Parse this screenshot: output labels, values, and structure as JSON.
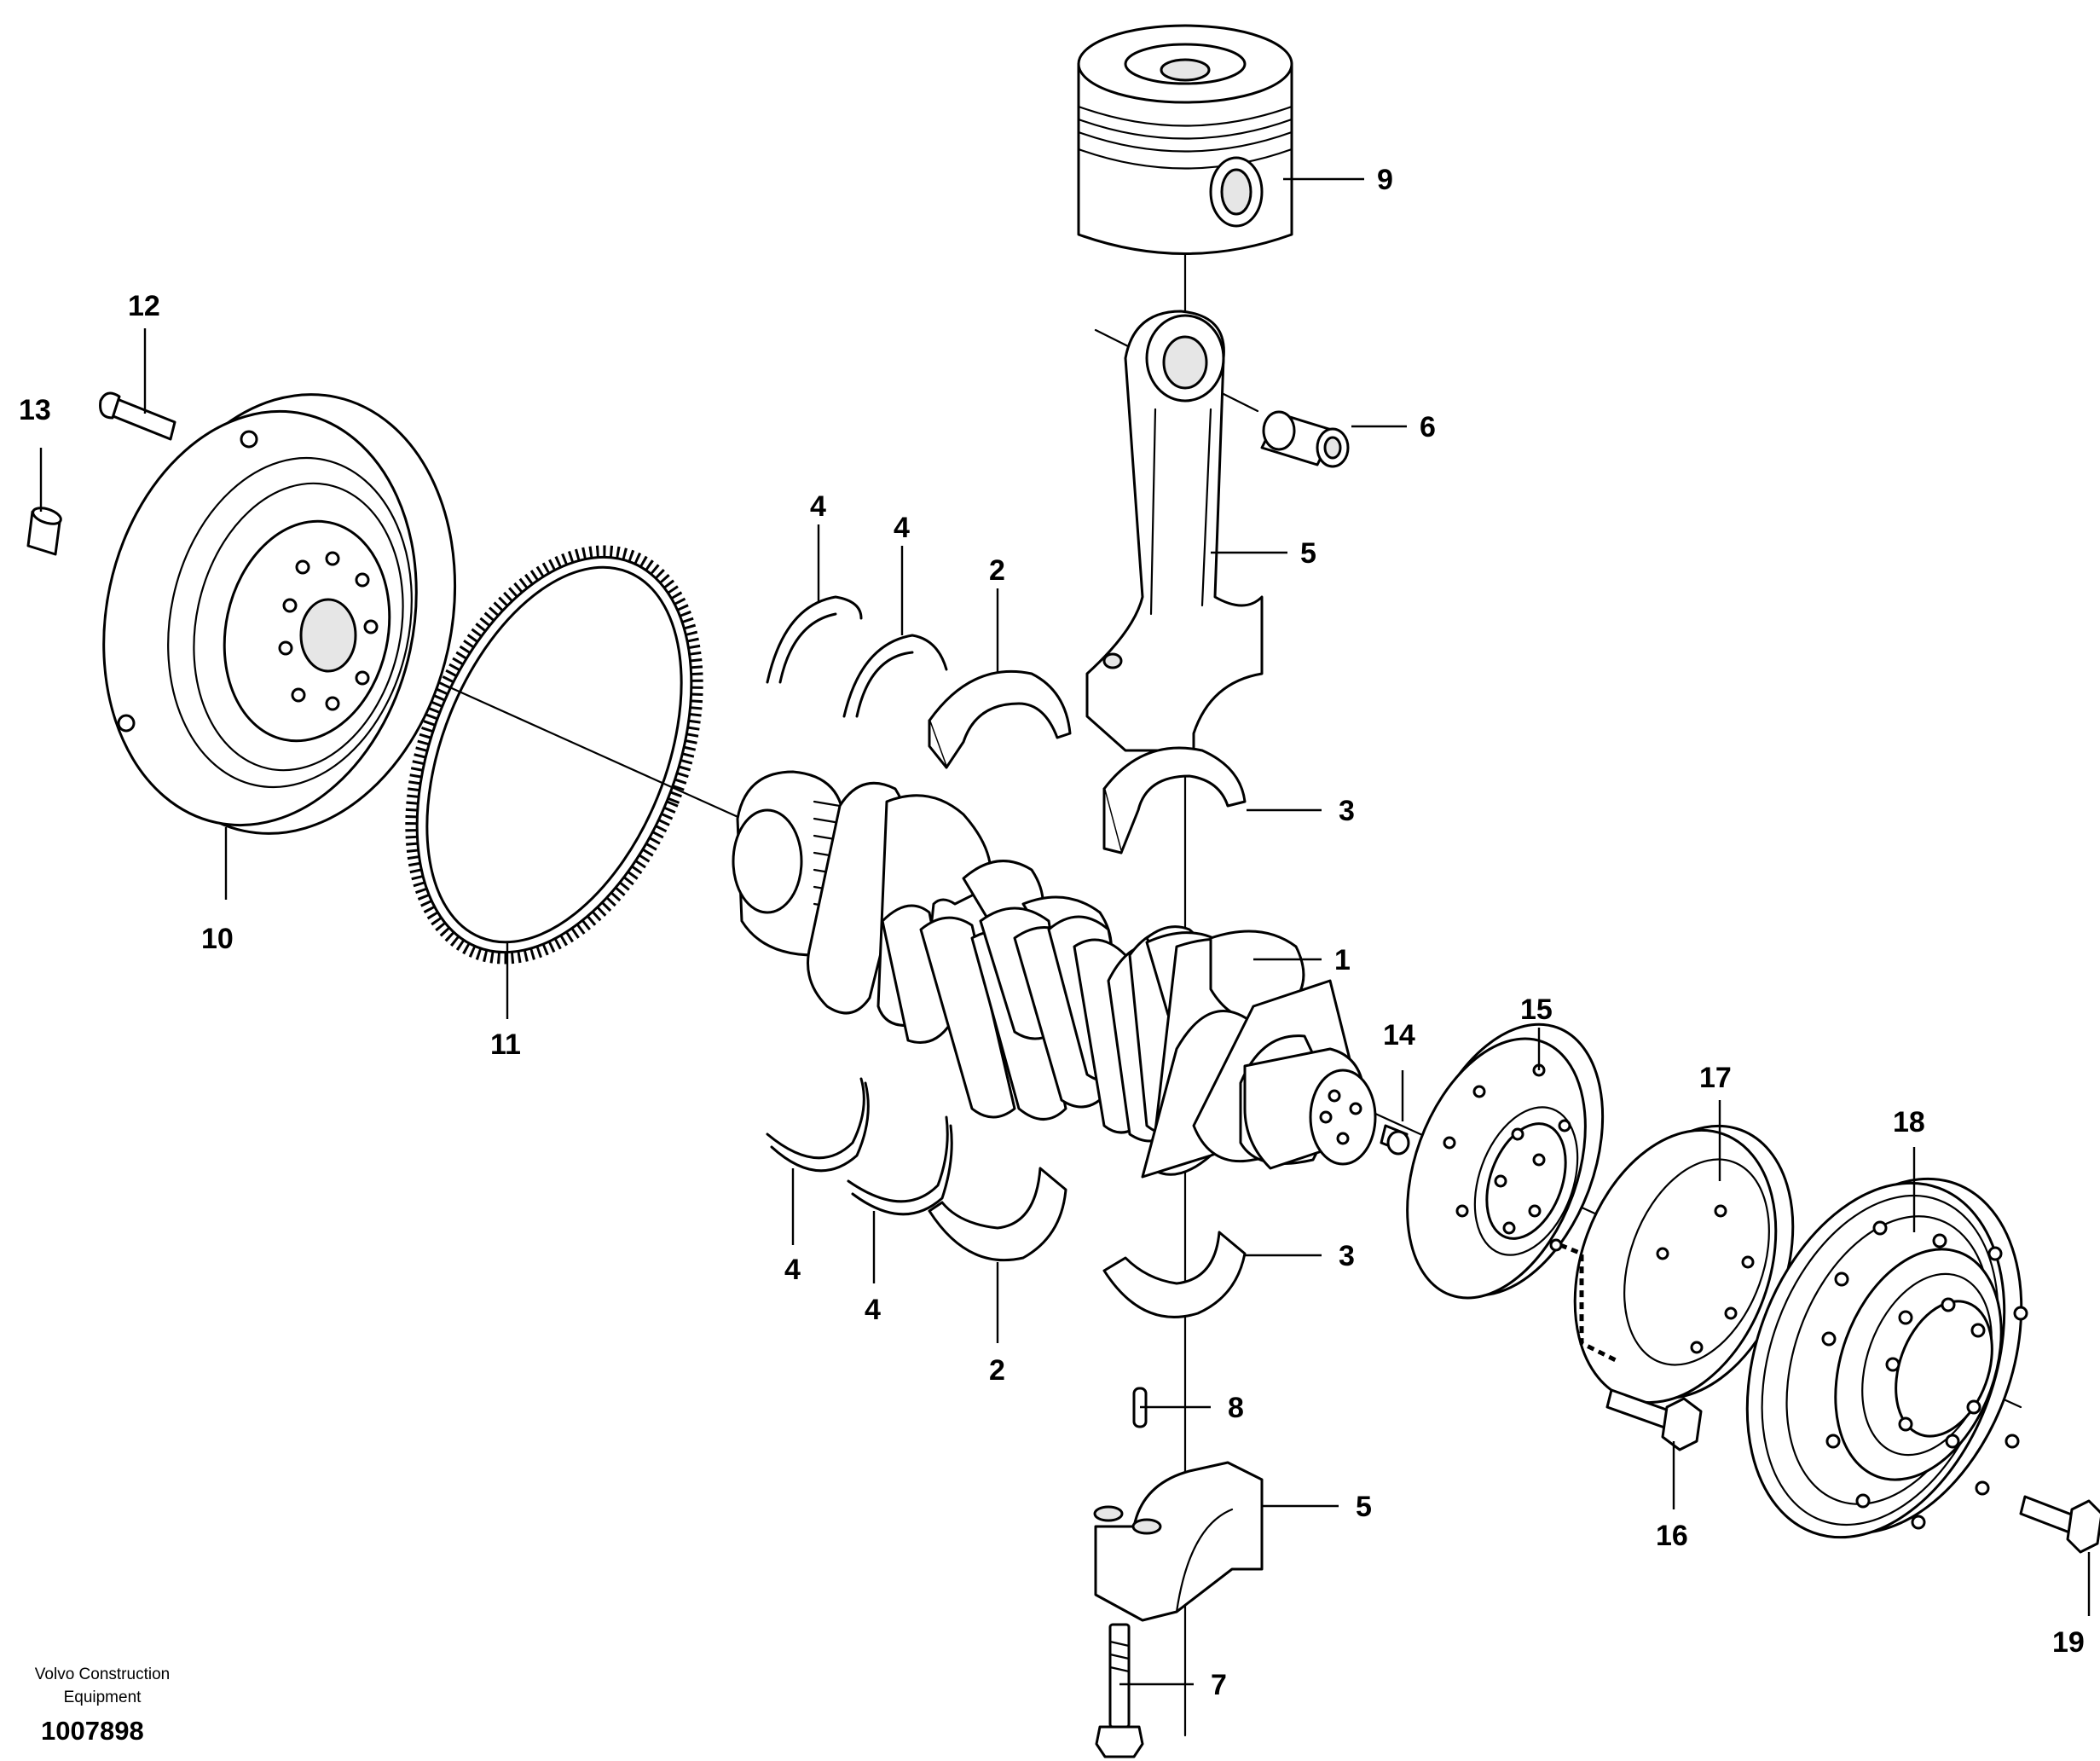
{
  "callouts": [
    {
      "id": "c1",
      "label": "1"
    },
    {
      "id": "c2a",
      "label": "2"
    },
    {
      "id": "c2b",
      "label": "2"
    },
    {
      "id": "c3a",
      "label": "3"
    },
    {
      "id": "c3b",
      "label": "3"
    },
    {
      "id": "c4a",
      "label": "4"
    },
    {
      "id": "c4b",
      "label": "4"
    },
    {
      "id": "c4c",
      "label": "4"
    },
    {
      "id": "c4d",
      "label": "4"
    },
    {
      "id": "c5a",
      "label": "5"
    },
    {
      "id": "c5b",
      "label": "5"
    },
    {
      "id": "c6",
      "label": "6"
    },
    {
      "id": "c7",
      "label": "7"
    },
    {
      "id": "c8",
      "label": "8"
    },
    {
      "id": "c9",
      "label": "9"
    },
    {
      "id": "c10",
      "label": "10"
    },
    {
      "id": "c11",
      "label": "11"
    },
    {
      "id": "c12",
      "label": "12"
    },
    {
      "id": "c13",
      "label": "13"
    },
    {
      "id": "c14",
      "label": "14"
    },
    {
      "id": "c15",
      "label": "15"
    },
    {
      "id": "c16",
      "label": "16"
    },
    {
      "id": "c17",
      "label": "17"
    },
    {
      "id": "c18",
      "label": "18"
    },
    {
      "id": "c19",
      "label": "19"
    }
  ],
  "footer": {
    "brand_line1": "Volvo Construction",
    "brand_line2": "Equipment",
    "doc_number": "1007898"
  }
}
